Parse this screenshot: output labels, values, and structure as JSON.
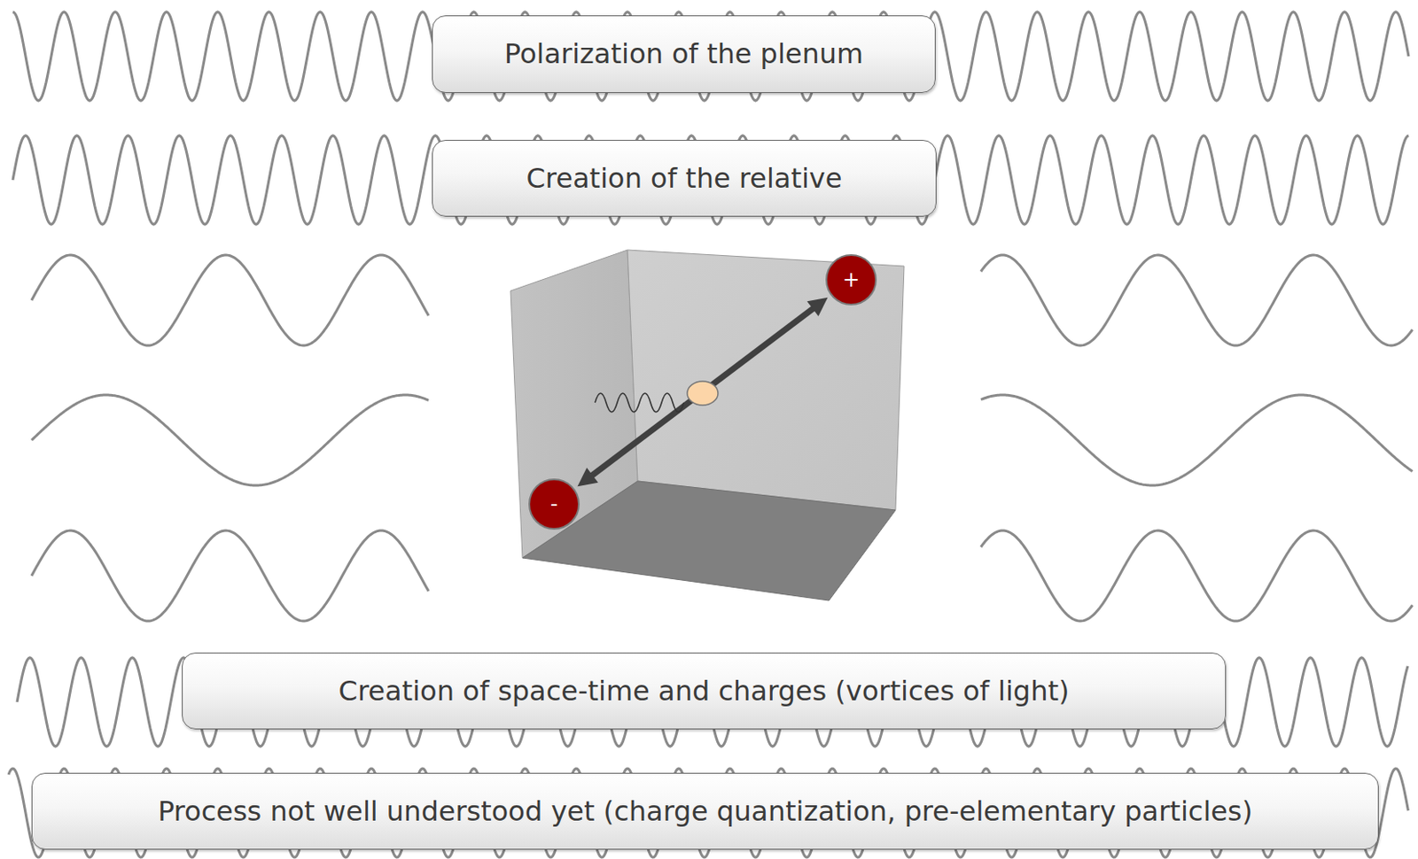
{
  "diagram": {
    "nodes": [
      {
        "text": [
          "Polarization of the plenum"
        ]
      },
      {
        "text": [
          "Creation of the relative"
        ]
      },
      {
        "text": [
          "Creation of space-time and charges (vortices of light)"
        ]
      },
      {
        "text": [
          "Process not well understood yet (charge quantization, pre-elementary particles)"
        ]
      },
      {
        "text": [
          "+"
        ]
      },
      {
        "text": [
          "-"
        ]
      }
    ],
    "edges": [
      {
        "from": 5,
        "to": 4,
        "arrow": "both"
      }
    ]
  }
}
